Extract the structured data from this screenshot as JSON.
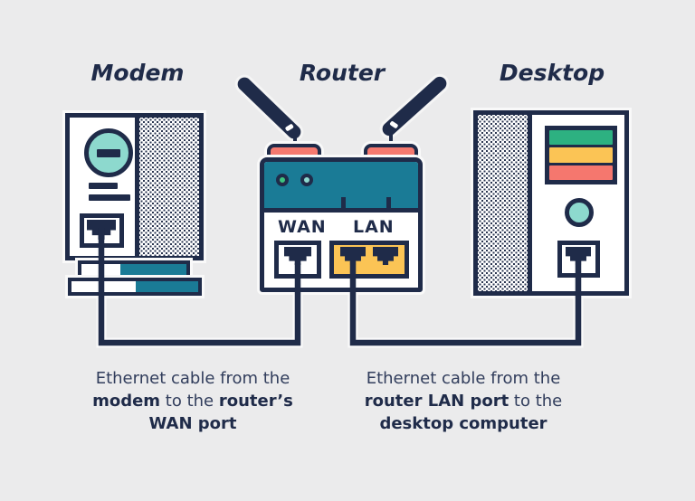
{
  "colors": {
    "background": "#ebebec",
    "outline_navy": "#1f2b49",
    "teal": "#1a7b96",
    "turquoise": "#8dd9ce",
    "salmon": "#f5796f",
    "yellow": "#fbc455",
    "led_green": "#3ec47f",
    "bay_green": "#2db181",
    "caption_text": "#313d5c"
  },
  "devices": {
    "modem": {
      "label": "Modem"
    },
    "router": {
      "label": "Router",
      "wan_port_label": "WAN",
      "lan_port_label": "LAN"
    },
    "desktop": {
      "label": "Desktop"
    }
  },
  "icons": {
    "modem-power-button-icon": "circle-with-minus",
    "modem-status-line-icon": "horizontal-bar",
    "antenna-icon": "diagonal-capsule-with-shine",
    "led-icon": "small-circle",
    "ethernet-port-icon": "rj45-jack-in-square",
    "desktop-drive-bays-icon": "three-colored-bars",
    "desktop-power-led-icon": "circle",
    "vent-panel": "halftone-dot-pattern"
  },
  "captions": {
    "left": {
      "line1": "Ethernet cable from the",
      "line2_bold1": "modem",
      "line2_mid": " to the ",
      "line2_bold2": "router’s",
      "line3_bold": "WAN port"
    },
    "right": {
      "line1": "Ethernet cable from the",
      "line2_bold1": "router LAN port",
      "line2_mid": " to the",
      "line3_bold": "desktop computer"
    }
  }
}
